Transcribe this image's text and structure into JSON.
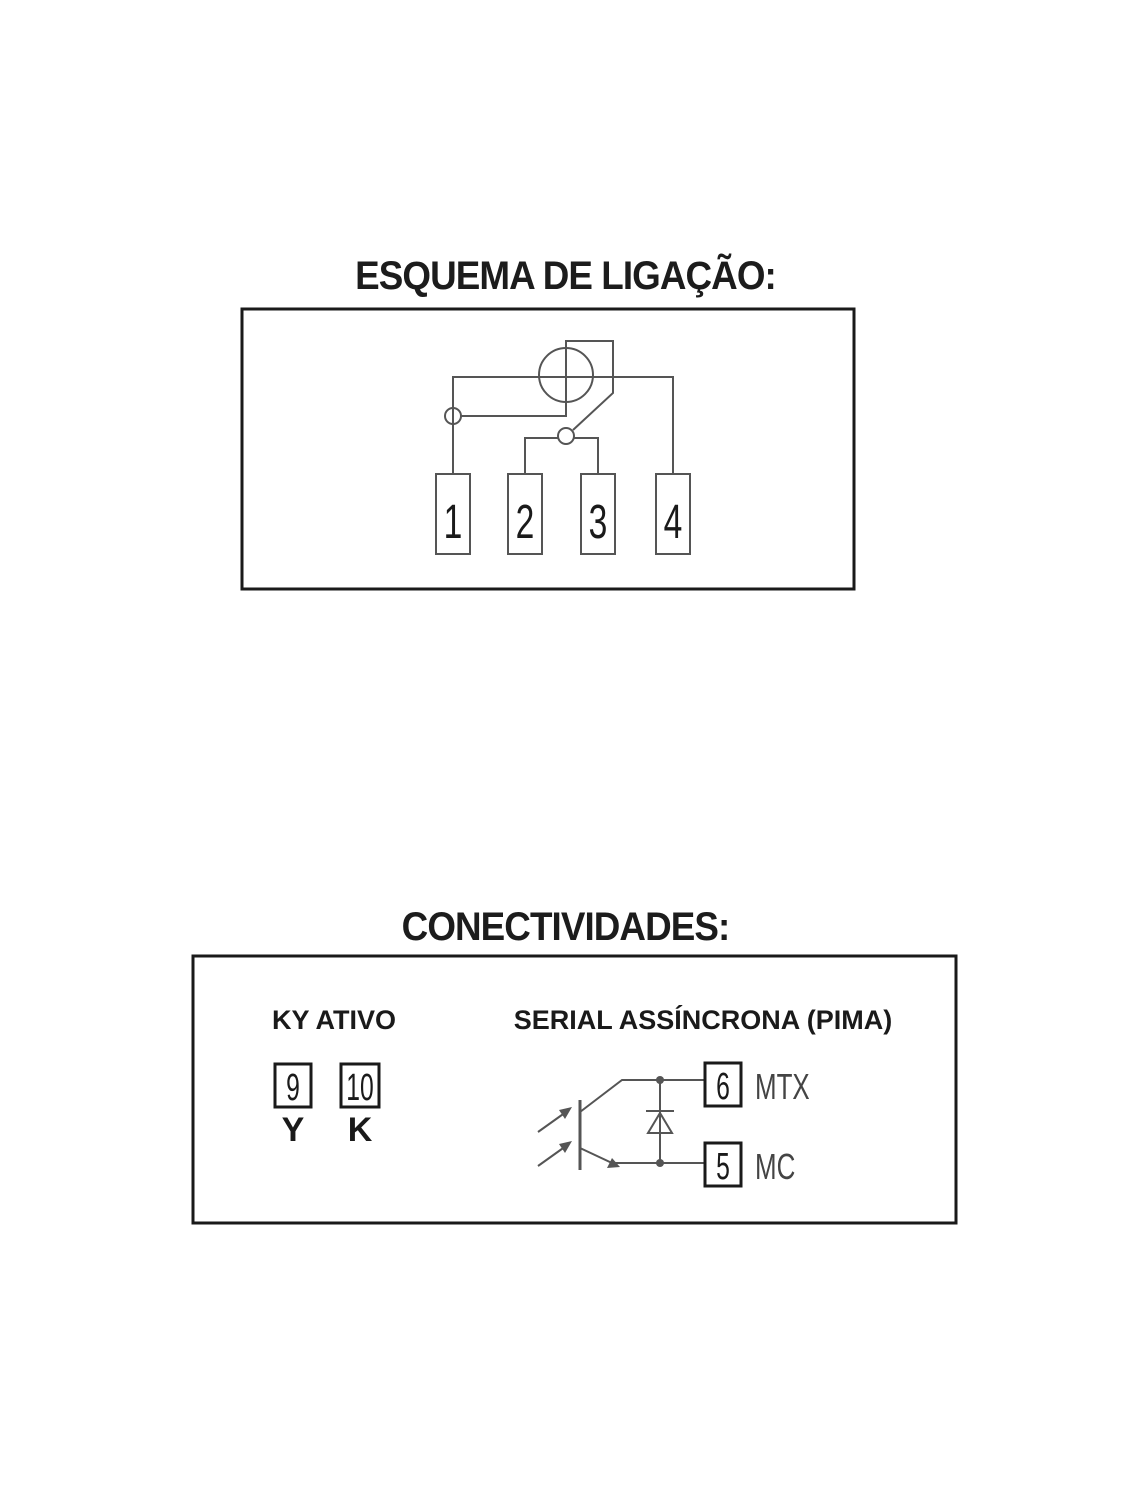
{
  "esquema": {
    "title": "ESQUEMA DE LIGAÇÃO:",
    "terminals": [
      "1",
      "2",
      "3",
      "4"
    ]
  },
  "conectividades": {
    "title": "CONECTIVIDADES:",
    "ky_ativo": {
      "label": "KY ATIVO",
      "terminals": [
        {
          "number": "9",
          "letter": "Y"
        },
        {
          "number": "10",
          "letter": "K"
        }
      ]
    },
    "serial": {
      "label": "SERIAL ASSÍNCRONA (PIMA)",
      "terminals": [
        {
          "number": "6",
          "signal": "MTX"
        },
        {
          "number": "5",
          "signal": "MC"
        }
      ]
    }
  }
}
